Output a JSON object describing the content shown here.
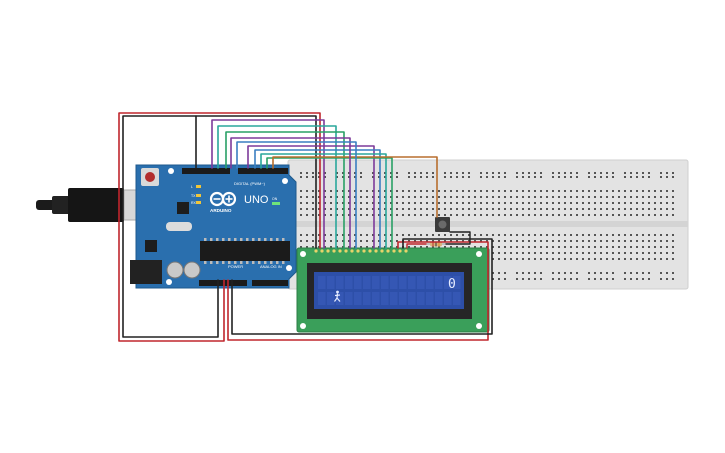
{
  "arduino": {
    "brand": "ARDUINO",
    "model": "UNO",
    "digital_header": "DIGITAL (PWM~)",
    "analog_header": "ANALOG IN",
    "power_header": "POWER",
    "on_label": "ON",
    "tx_label": "TX",
    "rx_label": "RX",
    "l_label": "L"
  },
  "lcd": {
    "display_text": "0",
    "glyph": "🯅"
  },
  "colors": {
    "board": "#2a6fae",
    "breadboard": "#e3e3e3",
    "lcd_pcb": "#3a9f5a",
    "lcd_screen": "#2d4fa8",
    "wire_red": "#c0262d",
    "wire_black": "#222222",
    "wire_purple": "#7d3a9a",
    "wire_green": "#29a065",
    "wire_blue": "#3a7fc1",
    "wire_orange": "#b86e2e",
    "wire_teal": "#2aa79b"
  }
}
